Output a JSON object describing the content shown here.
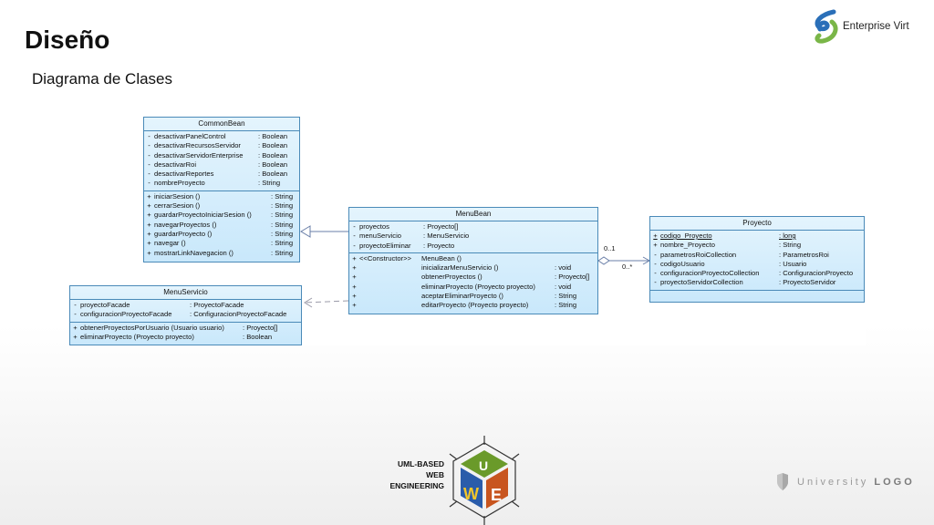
{
  "page": {
    "title": "Diseño",
    "subtitle": "Diagrama de Clases",
    "brand": "Enterprise Virt",
    "footer_brand_light": "University",
    "footer_brand_bold": "LOGO",
    "uwe_lines": [
      "UML-BASED",
      "WEB",
      "ENGINEERING"
    ]
  },
  "colors": {
    "class_border": "#4a8ab8",
    "class_fill": "#d4eefc",
    "brand_green": "#7ab648",
    "brand_blue": "#2a6fb8",
    "uwe_red": "#c8551f",
    "uwe_blue": "#2a5caa",
    "uwe_green": "#6a9a2a"
  },
  "classes": {
    "common_bean": {
      "name": "CommonBean",
      "attributes": [
        {
          "vis": "-",
          "name": "desactivarPanelControl",
          "type": ": Boolean"
        },
        {
          "vis": "-",
          "name": "desactivarRecursosServidor",
          "type": ": Boolean"
        },
        {
          "vis": "-",
          "name": "desactivarServidorEnterprise",
          "type": ": Boolean"
        },
        {
          "vis": "-",
          "name": "desactivarRoi",
          "type": ": Boolean"
        },
        {
          "vis": "-",
          "name": "desactivarReportes",
          "type": ": Boolean"
        },
        {
          "vis": "-",
          "name": "nombreProyecto",
          "type": ": String"
        }
      ],
      "operations": [
        {
          "vis": "+",
          "name": "iniciarSesion ()",
          "type": ": String"
        },
        {
          "vis": "+",
          "name": "cerrarSesion ()",
          "type": ": String"
        },
        {
          "vis": "+",
          "name": "guardarProyectoIniciarSesion ()",
          "type": ": String"
        },
        {
          "vis": "+",
          "name": "navegarProyectos ()",
          "type": ": String"
        },
        {
          "vis": "+",
          "name": "guardarProyecto ()",
          "type": ": String"
        },
        {
          "vis": "+",
          "name": "navegar ()",
          "type": ": String"
        },
        {
          "vis": "+",
          "name": "mostrarLinkNavegacion ()",
          "type": ": String"
        }
      ]
    },
    "menu_servicio": {
      "name": "MenuServicio",
      "attributes": [
        {
          "vis": "-",
          "name": "proyectoFacade",
          "type": ": ProyectoFacade"
        },
        {
          "vis": "-",
          "name": "configuracionProyectoFacade",
          "type": ": ConfiguracionProyectoFacade"
        }
      ],
      "operations": [
        {
          "vis": "+",
          "name": "obtenerProyectosPorUsuario (Usuario usuario)",
          "type": ": Proyecto[]"
        },
        {
          "vis": "+",
          "name": "eliminarProyecto (Proyecto proyecto)",
          "type": ": Boolean"
        }
      ]
    },
    "menu_bean": {
      "name": "MenuBean",
      "attributes": [
        {
          "vis": "-",
          "name": "proyectos",
          "type": ": Proyecto[]"
        },
        {
          "vis": "-",
          "name": "menuServicio",
          "type": ": MenuServicio"
        },
        {
          "vis": "-",
          "name": "proyectoEliminar",
          "type": ": Proyecto"
        }
      ],
      "operations": [
        {
          "vis": "+",
          "stereo": "<<Constructor>>",
          "name": "MenuBean ()",
          "type": ""
        },
        {
          "vis": "+",
          "stereo": "",
          "name": "inicializarMenuServicio ()",
          "type": ": void"
        },
        {
          "vis": "+",
          "stereo": "",
          "name": "obtenerProyectos ()",
          "type": ": Proyecto[]"
        },
        {
          "vis": "+",
          "stereo": "",
          "name": "eliminarProyecto (Proyecto proyecto)",
          "type": ": void"
        },
        {
          "vis": "+",
          "stereo": "",
          "name": "aceptarEliminarProyecto ()",
          "type": ": String"
        },
        {
          "vis": "+",
          "stereo": "",
          "name": "editarProyecto (Proyecto proyecto)",
          "type": ": String"
        }
      ]
    },
    "proyecto": {
      "name": "Proyecto",
      "attributes": [
        {
          "vis": "+",
          "name": "codigo_Proyecto",
          "type": ": long",
          "static": true
        },
        {
          "vis": "+",
          "name": "nombre_Proyecto",
          "type": ": String"
        },
        {
          "vis": "-",
          "name": "parametrosRoiCollection",
          "type": ": ParametrosRoi"
        },
        {
          "vis": "-",
          "name": "codigoUsuario",
          "type": ": Usuario"
        },
        {
          "vis": "-",
          "name": "configuracionProyectoCollection",
          "type": ": ConfiguracionProyecto"
        },
        {
          "vis": "-",
          "name": "proyectoServidorCollection",
          "type": ": ProyectoServidor"
        }
      ],
      "operations": []
    }
  },
  "association": {
    "source_mult": "0..1",
    "target_mult": "0..*"
  }
}
